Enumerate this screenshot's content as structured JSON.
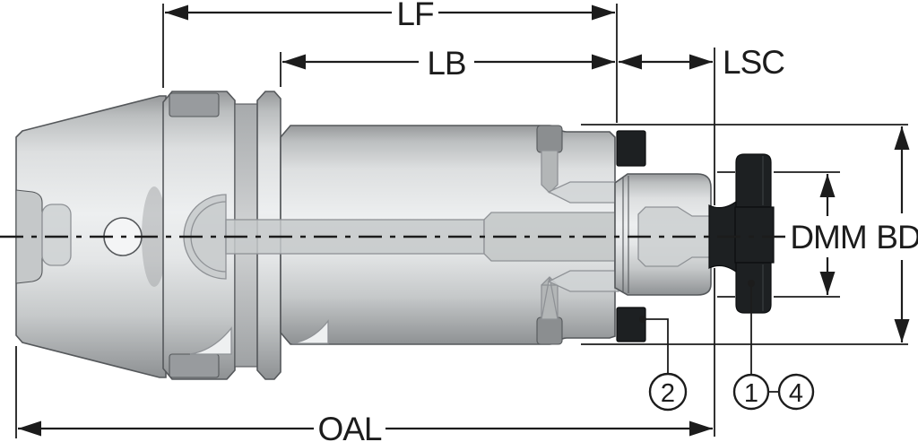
{
  "labels": {
    "lf": "LF",
    "lb": "LB",
    "lsc": "LSC",
    "oal": "OAL",
    "dmm": "DMM",
    "bd": "BD"
  },
  "callouts": {
    "item1": "1",
    "item2": "2",
    "item4": "4"
  },
  "colors": {
    "line": "#1c1c1c",
    "outline": "#55585b",
    "black_part": "#1d2022",
    "body_light": "#eceeef",
    "body_mid": "#cdd0d1",
    "body_dark": "#8f9294",
    "ghost": "#c6c9ca",
    "background": "#ffffff"
  }
}
